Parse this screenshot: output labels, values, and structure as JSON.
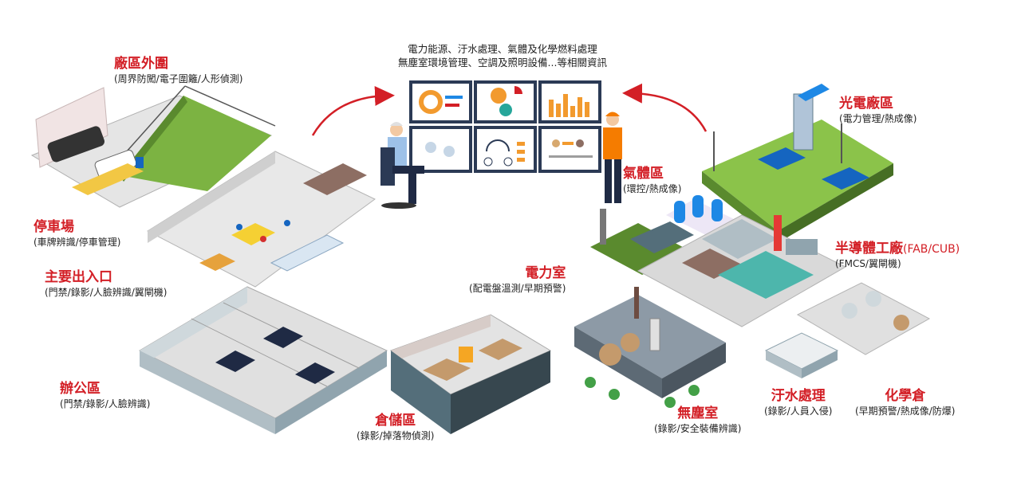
{
  "center": {
    "caption_line1": "電力能源、汙水處理、氣體及化學燃料處理",
    "caption_line2": "無塵室環境管理、空調及照明設備...等相關資訊"
  },
  "zones": {
    "perimeter": {
      "title": "廠區外圍",
      "sub": "(周界防闖/電子圍籬/人形偵測)"
    },
    "parking": {
      "title": "停車場",
      "sub": "(車牌辨識/停車管理)"
    },
    "entrance": {
      "title": "主要出入口",
      "sub": "(門禁/錄影/人臉辨識/翼閘機)"
    },
    "office": {
      "title": "辦公區",
      "sub": "(門禁/錄影/人臉辨識)"
    },
    "warehouse": {
      "title": "倉儲區",
      "sub": "(錄影/掉落物偵測)"
    },
    "power_room": {
      "title": "電力室",
      "sub": "(配電盤溫測/早期預警)"
    },
    "gas_area": {
      "title": "氣體區",
      "sub": "(環控/熱成像)"
    },
    "solar_plant": {
      "title": "光電廠區",
      "sub": "(電力管理/熱成像)"
    },
    "semiconductor": {
      "title": "半導體工廠",
      "title_suffix": "(FAB/CUB)",
      "sub": "(FMCS/翼閘機)"
    },
    "cleanroom": {
      "title": "無塵室",
      "sub": "(錄影/安全裝備辨識)"
    },
    "wastewater": {
      "title": "汙水處理",
      "sub": "(錄影/人員入侵)"
    },
    "chemical": {
      "title": "化學倉",
      "sub": "(早期預警/熱成像/防爆)"
    }
  },
  "colors": {
    "accent_red": "#d31f26",
    "screen_border": "#2b3a55",
    "grass": "#7cb342",
    "floor": "#d9d9d9"
  }
}
